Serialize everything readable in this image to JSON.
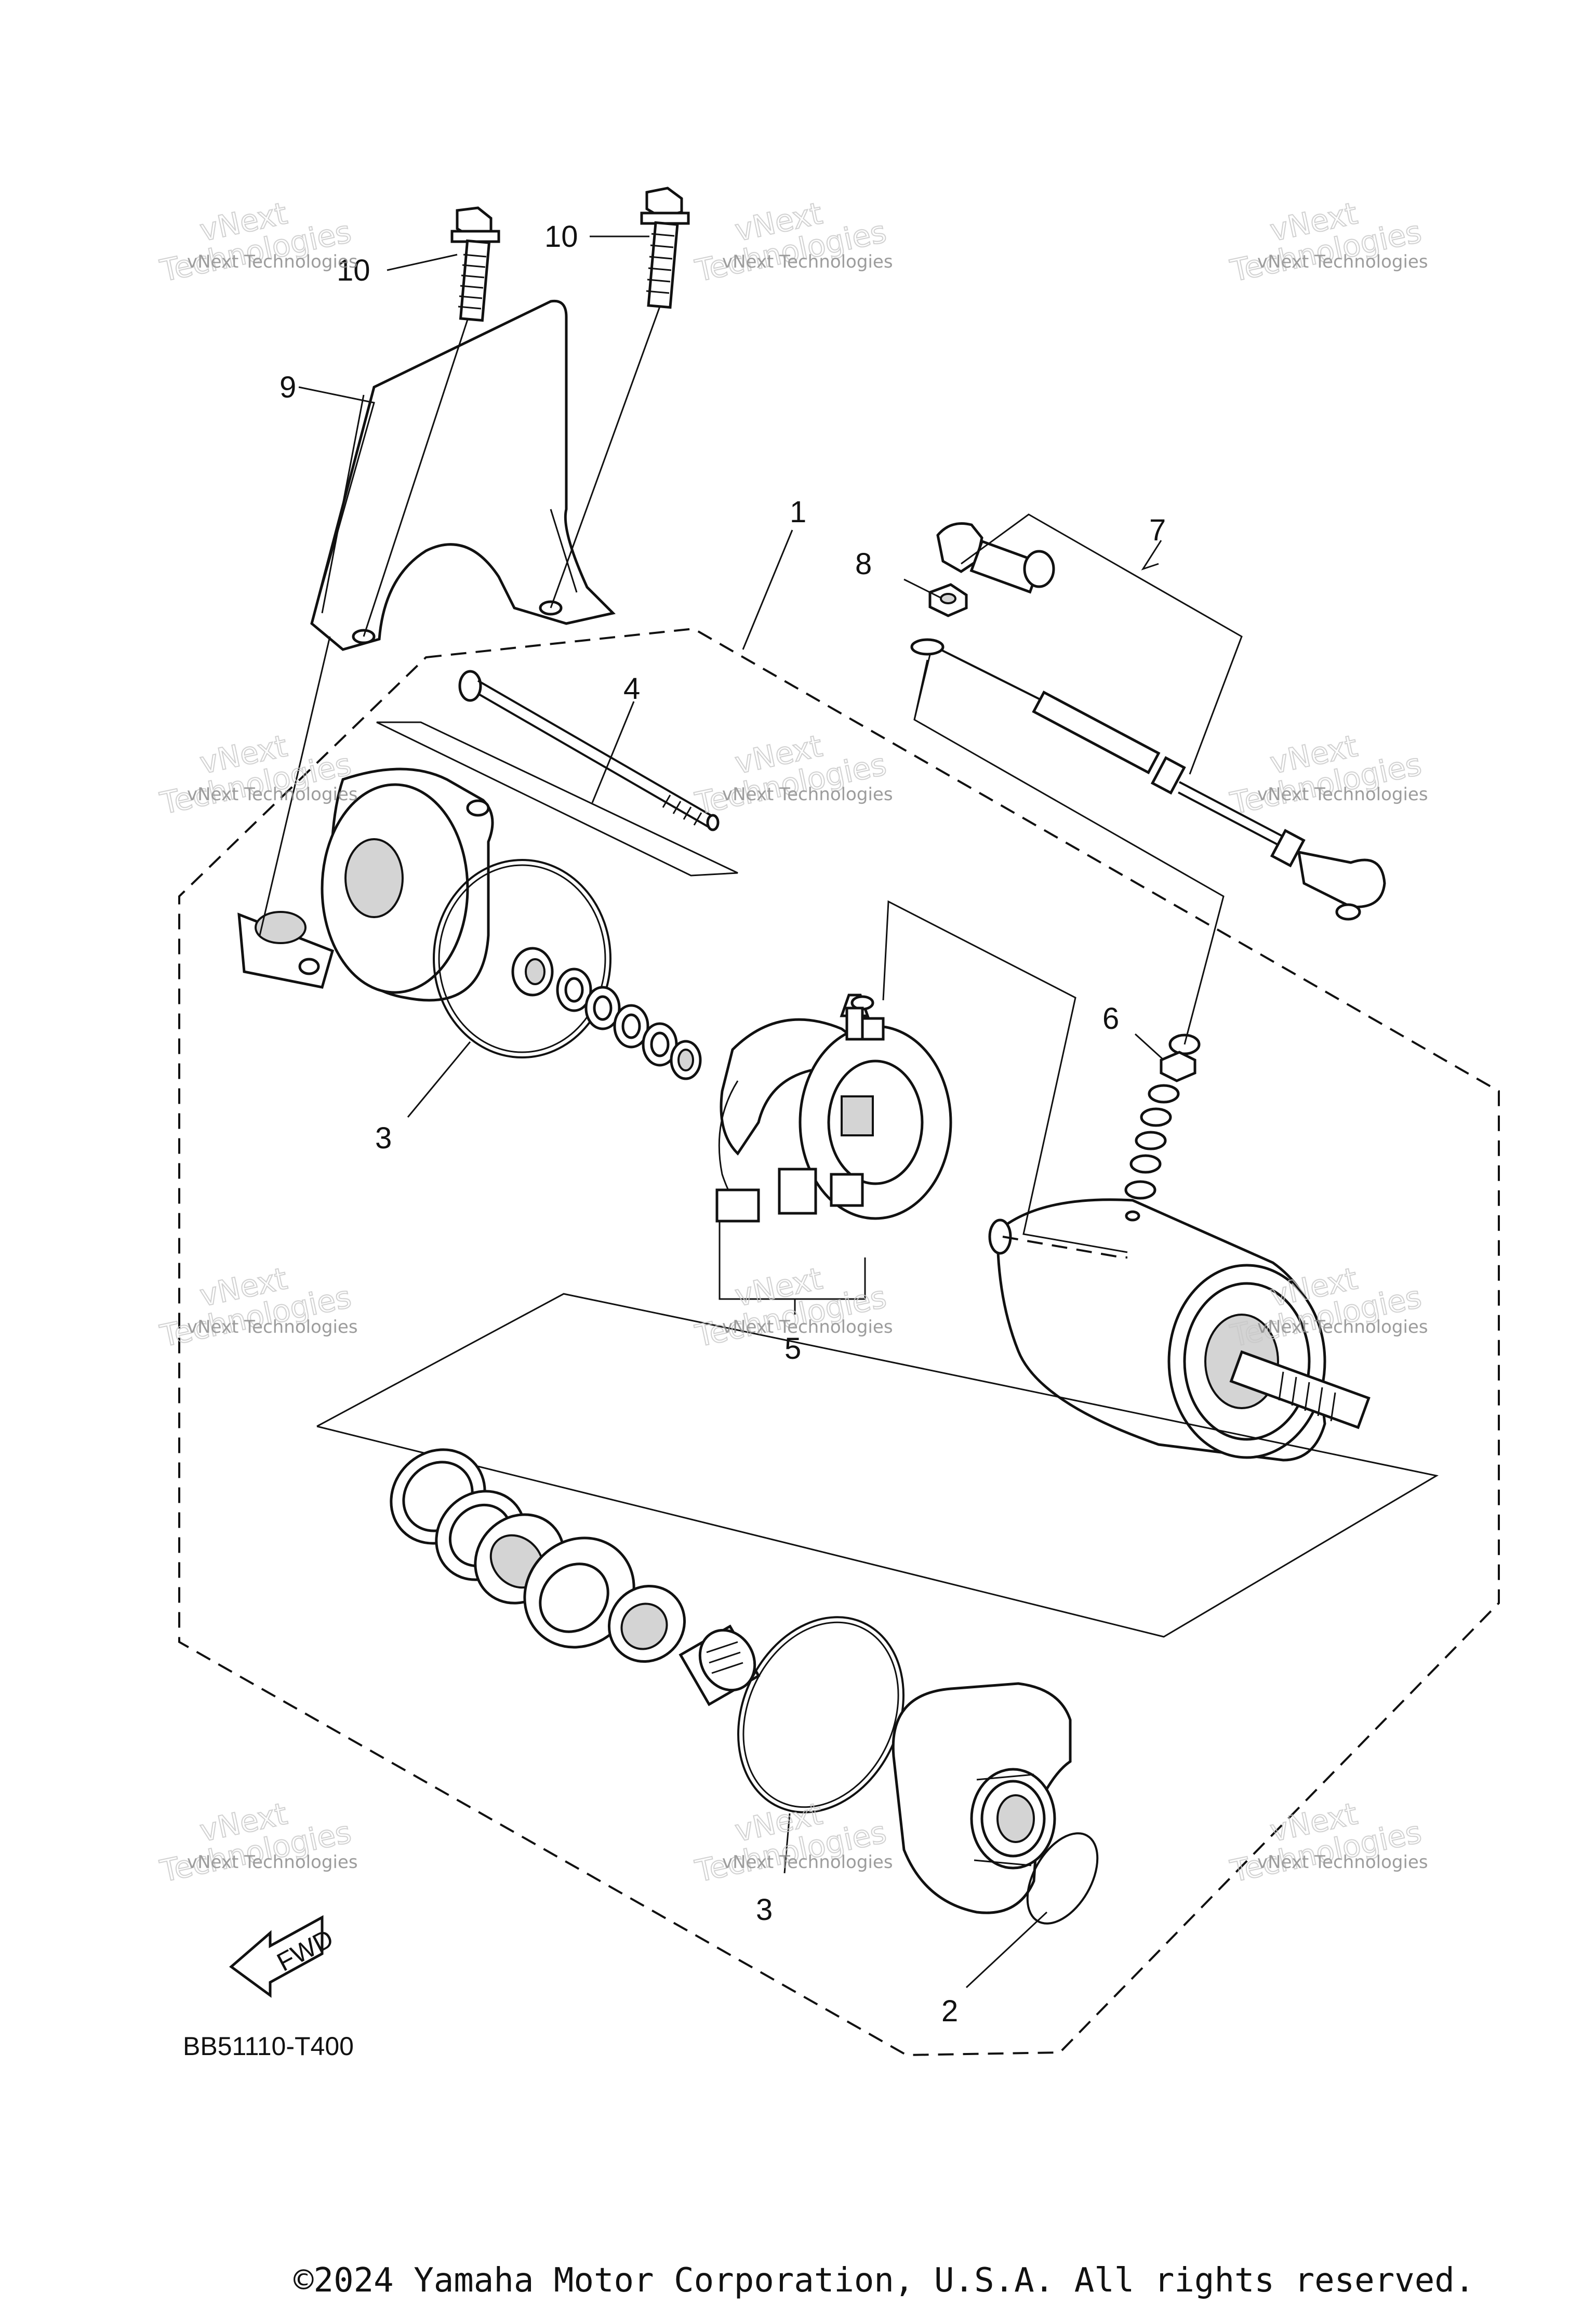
{
  "diagram": {
    "part_code": "BB51110-T400",
    "copyright": "©2024 Yamaha Motor Corporation, U.S.A. All rights reserved.",
    "fwd_label": "FWD",
    "callouts": {
      "c1": "1",
      "c2": "2",
      "c3a": "3",
      "c3b": "3",
      "c4": "4",
      "c5": "5",
      "c6": "6",
      "c7": "7",
      "c8": "8",
      "c9": "9",
      "c10a": "10",
      "c10b": "10"
    },
    "watermark": {
      "line1": "vNext",
      "line2": "Technologies",
      "line3": "vNext Technologies"
    }
  }
}
